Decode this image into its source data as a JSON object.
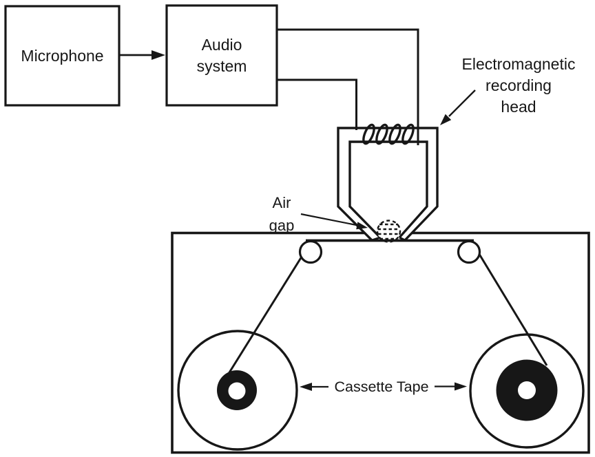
{
  "palette": {
    "ink": "#171717",
    "paper": "#ffffff"
  },
  "blocks": {
    "microphone": {
      "label": "Microphone"
    },
    "audio_system": {
      "line1": "Audio",
      "line2": "system"
    }
  },
  "annotations": {
    "recording_head": {
      "line1": "Electromagnetic",
      "line2": "recording",
      "line3": "head"
    },
    "air_gap": {
      "line1": "Air",
      "line2": "gap"
    },
    "cassette_tape": {
      "label": "Cassette Tape"
    }
  }
}
